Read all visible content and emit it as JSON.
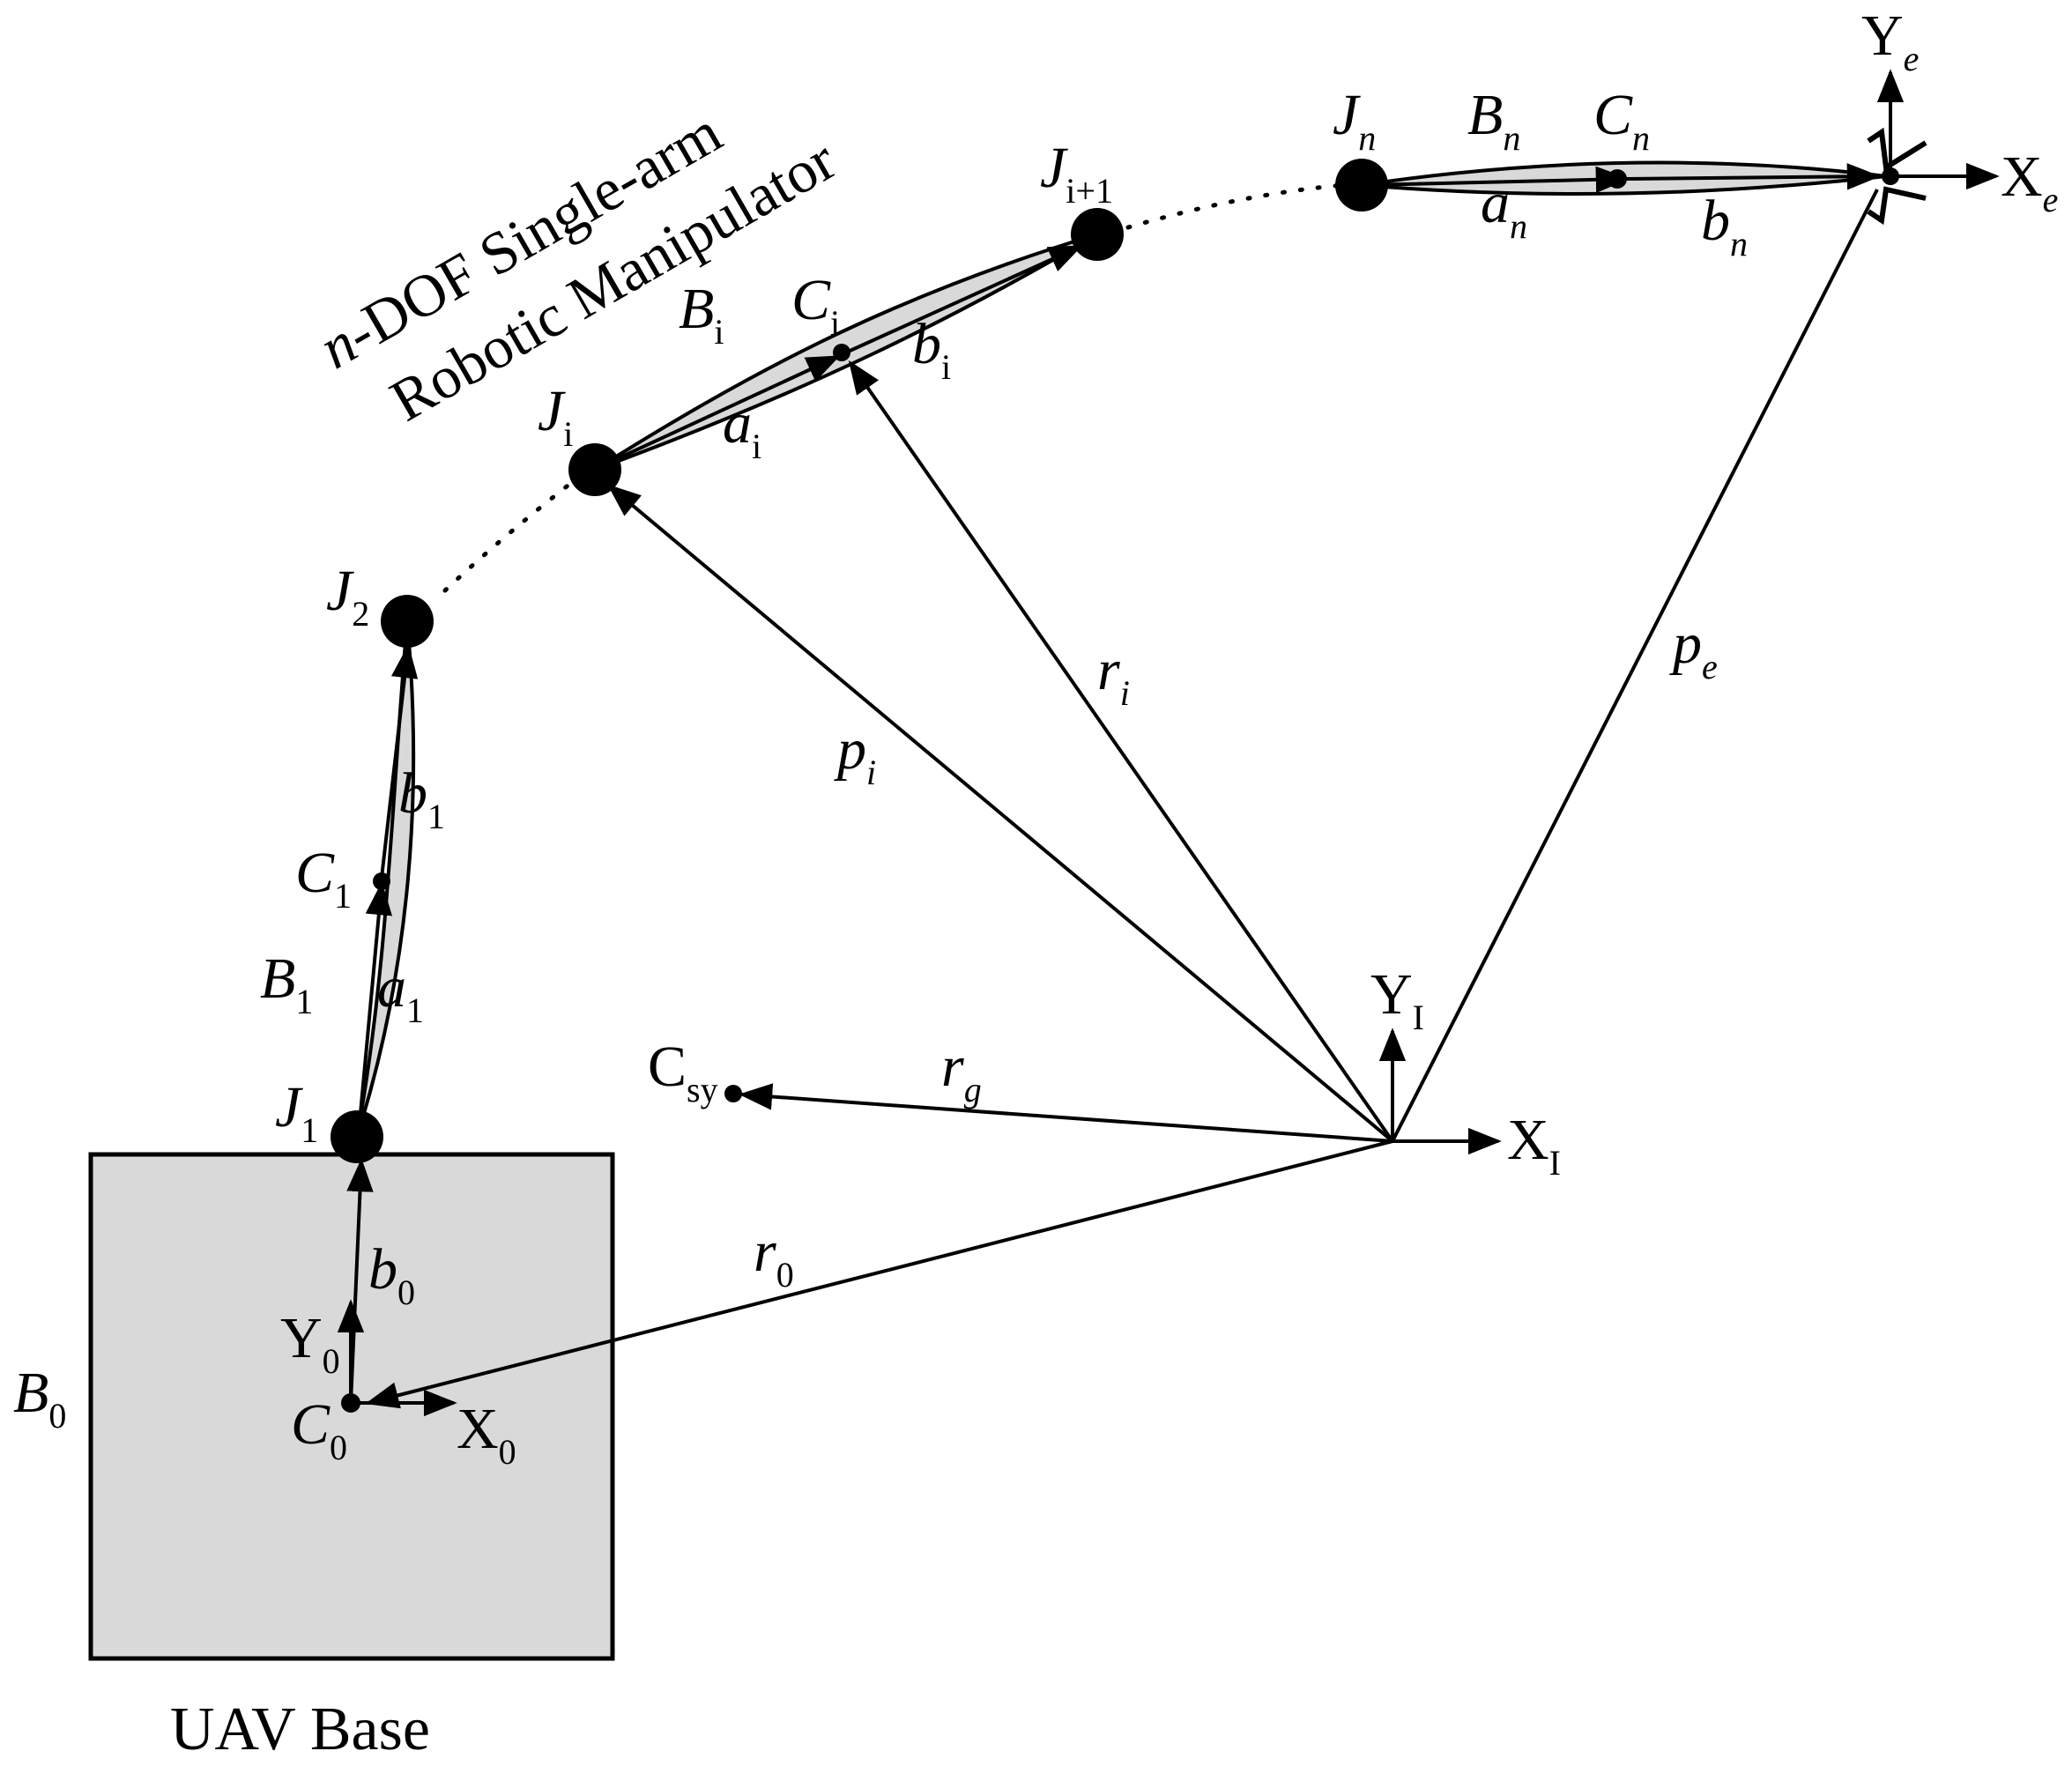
{
  "title": {
    "line1_italic": "n",
    "line1_rest": "-DOF Single-arm",
    "line2": "Robotic Manipulator"
  },
  "base": {
    "caption": "UAV Base",
    "body_label": "B",
    "body_sub": "0"
  },
  "joints": [
    {
      "id": "J1",
      "name": "J",
      "sub": "1"
    },
    {
      "id": "J2",
      "name": "J",
      "sub": "2"
    },
    {
      "id": "Ji",
      "name": "J",
      "sub": "i"
    },
    {
      "id": "Ji1",
      "name": "J",
      "sub": "i+1"
    },
    {
      "id": "Jn",
      "name": "J",
      "sub": "n"
    }
  ],
  "link_labels": {
    "B1": {
      "name": "B",
      "sub": "1"
    },
    "a1": {
      "name": "a",
      "sub": "1"
    },
    "b1": {
      "name": "b",
      "sub": "1"
    },
    "C1": {
      "name": "C",
      "sub": "1"
    },
    "Bi": {
      "name": "B",
      "sub": "i"
    },
    "ai": {
      "name": "a",
      "sub": "i"
    },
    "bi": {
      "name": "b",
      "sub": "i"
    },
    "Ci": {
      "name": "C",
      "sub": "i"
    },
    "Bn": {
      "name": "B",
      "sub": "n"
    },
    "an": {
      "name": "a",
      "sub": "n"
    },
    "bn": {
      "name": "b",
      "sub": "n"
    },
    "Cn": {
      "name": "C",
      "sub": "n"
    },
    "b0": {
      "name": "b",
      "sub": "0"
    },
    "C0": {
      "name": "C",
      "sub": "0"
    }
  },
  "vectors": {
    "r0": {
      "name": "r",
      "sub": "0"
    },
    "rg": {
      "name": "r",
      "sub": "g"
    },
    "ri": {
      "name": "r",
      "sub": "i"
    },
    "pi": {
      "name": "p",
      "sub": "i"
    },
    "pe": {
      "name": "p",
      "sub": "e"
    }
  },
  "frames": {
    "base_x": {
      "name": "X",
      "sub": "0"
    },
    "base_y": {
      "name": "Y",
      "sub": "0"
    },
    "inertial_x": {
      "name": "X",
      "sub": "I"
    },
    "inertial_y": {
      "name": "Y",
      "sub": "I"
    },
    "end_x": {
      "name": "X",
      "sub": "e"
    },
    "end_y": {
      "name": "Y",
      "sub": "e"
    }
  },
  "system_com": {
    "name": "C",
    "sub": "sy"
  },
  "colors": {
    "fill": "#d9d9d9",
    "stroke": "#000000",
    "background": "#ffffff"
  }
}
